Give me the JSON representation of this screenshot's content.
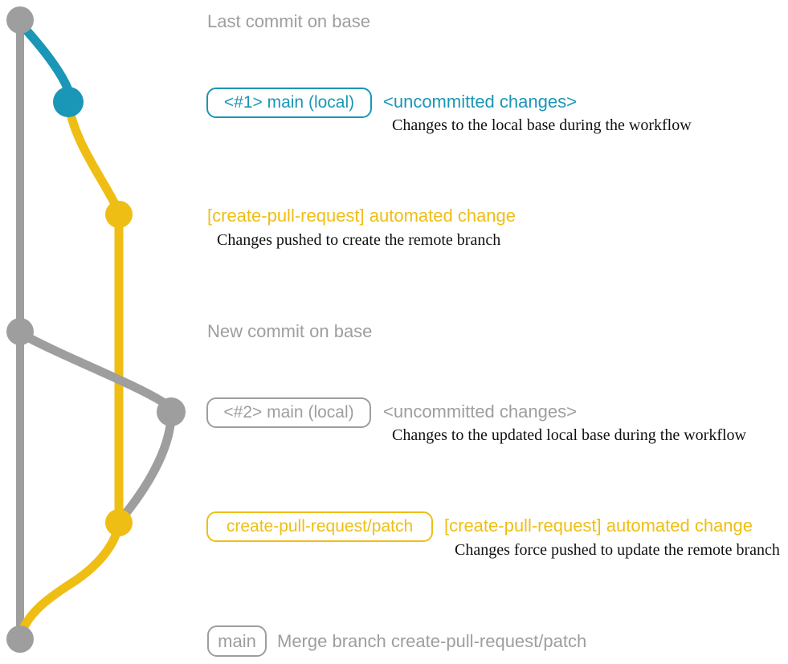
{
  "colors": {
    "base_branch": "#9e9e9e",
    "local_branch": "#1a96b6",
    "remote_branch": "#efbe14",
    "note_text": "#111111",
    "background": "#ffffff"
  },
  "rows": {
    "last_commit": {
      "annotation": "Last commit on base"
    },
    "local_main_1": {
      "branch": "<#1> main (local)",
      "status": "<uncommitted changes>",
      "note": "Changes to the local base during the workflow"
    },
    "remote_create_1": {
      "commit": "[create-pull-request] automated change",
      "note": "Changes pushed to create the remote branch"
    },
    "new_commit": {
      "annotation": "New commit on base"
    },
    "local_main_2": {
      "branch": "<#2> main (local)",
      "status": "<uncommitted changes>",
      "note": "Changes to the updated local base during the workflow"
    },
    "remote_create_2": {
      "branch": "create-pull-request/patch",
      "commit": "[create-pull-request] automated change",
      "note": "Changes force pushed to update the remote branch"
    },
    "merge": {
      "branch": "main",
      "message": "Merge branch create-pull-request/patch"
    }
  }
}
